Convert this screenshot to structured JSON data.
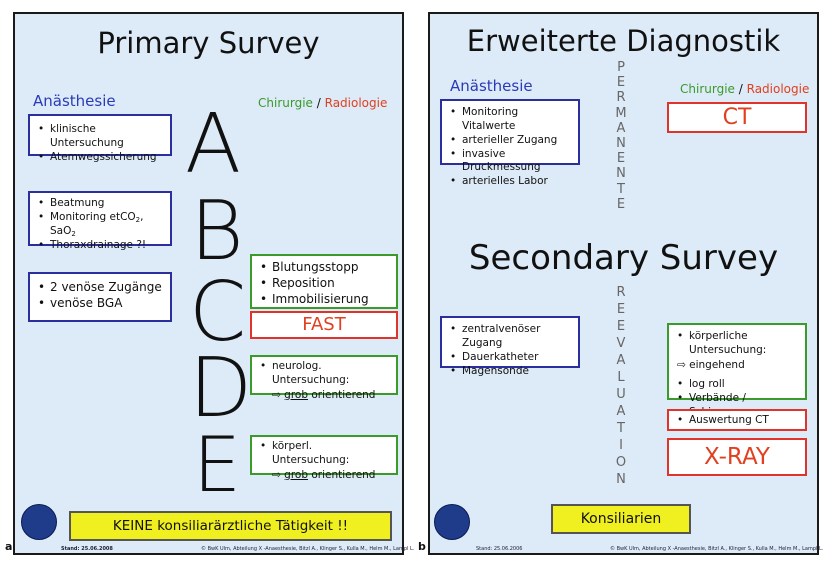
{
  "left": {
    "title": "Primary Survey",
    "anaesthesie": "Anästhesie",
    "chirurgie": "Chirurgie",
    "slash": "/",
    "radiologie": "Radiologie",
    "letters": [
      "A",
      "B",
      "C",
      "D",
      "E"
    ],
    "box_a": [
      "klinische Untersuchung",
      "Atemwegssicherung"
    ],
    "box_b": {
      "item1": "Beatmung",
      "item2_prefix": "Monitoring etCO",
      "sub1": "2",
      "item2_mid": ", SaO",
      "sub2": "2",
      "item3": "Thoraxdrainage ?!"
    },
    "box_c": [
      "2 venöse Zugänge",
      "venöse BGA"
    ],
    "box_c_right": [
      "Blutungsstopp",
      "Reposition",
      "Immobilisierung"
    ],
    "fast": "FAST",
    "box_d": {
      "item": "neurolog. Untersuchung:",
      "arrow": "⇨",
      "underlined": "grob",
      "rest": " orientierend"
    },
    "box_e": {
      "item": "körperl. Untersuchung:",
      "arrow": "⇨",
      "underlined": "grob",
      "rest": " orientierend"
    },
    "keine": "KEINE konsiliarärztliche Tätigkeit !!",
    "stand": "Stand: 25.06.2008",
    "footer": "© BwK Ulm, Abteilung X -Anaesthesie, Bitzl A., Klinger S., Kulla M., Helm M., Lampl L.",
    "corner": "a"
  },
  "right": {
    "title": "Erweiterte Diagnostik",
    "anaesthesie": "Anästhesie",
    "chirurgie": "Chirurgie",
    "slash": "/",
    "radiologie": "Radiologie",
    "permanente": [
      "P",
      "E",
      "R",
      "M",
      "A",
      "N",
      "E",
      "N",
      "T",
      "E"
    ],
    "box_top": [
      "Monitoring Vitalwerte",
      "arterieller Zugang",
      "invasive Druckmessung",
      "arterielles Labor"
    ],
    "ct": "CT",
    "secondary": "Secondary Survey",
    "reevaluation": [
      "R",
      "E",
      "E",
      "V",
      "A",
      "L",
      "U",
      "A",
      "T",
      "I",
      "O",
      "N"
    ],
    "box_mid": [
      "zentralvenöser Zugang",
      "Dauerkatheter",
      "Magensonde"
    ],
    "box_right": {
      "item1": "körperliche Untersuchung:",
      "arrow": "⇨",
      "rest": " eingehend",
      "item2": "log roll",
      "item3": "Verbände / Schienung"
    },
    "auswertung": "Auswertung CT",
    "xray": "X-RAY",
    "konsiliarien": "Konsiliarien",
    "stand": "Stand: 25.06.2006",
    "footer": "© BwK Ulm, Abteilung X -Anaesthesie, Bitzl A., Klinger S., Kulla M., Helm M., Lampl L.",
    "corner": "b"
  }
}
